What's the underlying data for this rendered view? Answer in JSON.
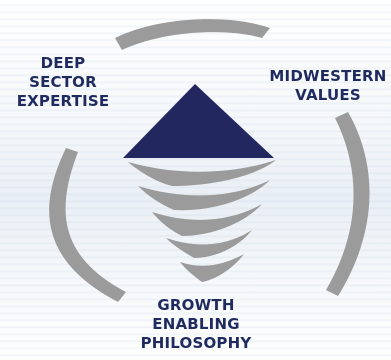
{
  "labels": {
    "deep_sector_expertise": [
      "DEEP",
      "SECTOR",
      "EXPERTISE"
    ],
    "midwestern_values": [
      "MIDWESTERN",
      "VALUES"
    ],
    "growth_enabling_philosophy": [
      "GROWTH",
      "ENABLING",
      "PHILOSOPHY"
    ]
  },
  "colors": {
    "navy": "#22285f",
    "gray": "#9b9b9b",
    "background": "#f3f6f9"
  }
}
